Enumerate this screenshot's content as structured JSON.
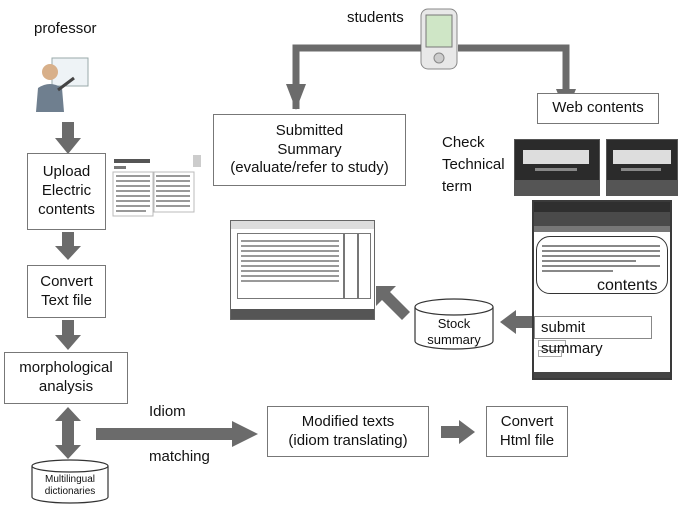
{
  "labels": {
    "professor": "professor",
    "students": "students",
    "upload": [
      "Upload",
      "Electric",
      "contents"
    ],
    "convert_text": [
      "Convert",
      "Text file"
    ],
    "morph": [
      "morphological",
      "analysis"
    ],
    "dictionaries": [
      "Multilingual",
      "dictionaries"
    ],
    "idiom": "Idiom",
    "matching": "matching",
    "modified": [
      "Modified texts",
      "(idiom translating)"
    ],
    "convert_html": [
      "Convert",
      "Html  file"
    ],
    "submitted": [
      "Submitted",
      "Summary",
      "(evaluate/refer to study)"
    ],
    "web_contents": "Web contents",
    "check": [
      "Check",
      "Technical",
      "term"
    ],
    "contents": "contents",
    "submit_summary": "submit summary",
    "stock": [
      "Stock",
      "summary"
    ]
  },
  "colors": {
    "arrow": "#6b6b6b",
    "box_border": "#777777",
    "browser_frame": "#3a3a3a"
  }
}
